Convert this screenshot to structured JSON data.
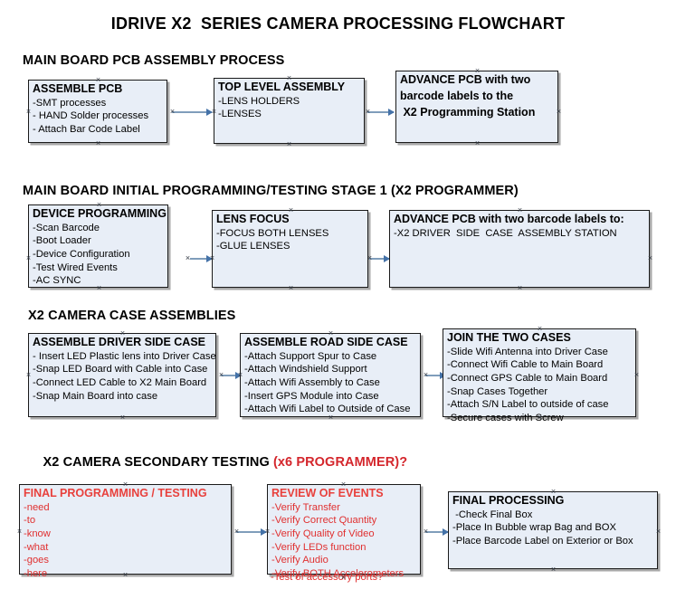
{
  "document": {
    "title": "IDRIVE X2  SERIES CAMERA PROCESSING FLOWCHART"
  },
  "theme": {
    "node_fill": "#e8eef7",
    "node_border": "#1a1a1a",
    "node_shadow": "#a9a9a9",
    "connector": "#7f9dbb",
    "arrowhead": "#4472a8",
    "accent_red": "#d4262c",
    "text": "#000000"
  },
  "sections": [
    {
      "id": "main-board-pcb-assembly",
      "heading": "MAIN BOARD PCB ASSEMBLY PROCESS",
      "heading_accent": "",
      "nodes": [
        {
          "id": "assemble-pcb",
          "title": "ASSEMBLE PCB",
          "lines": [
            "-SMT processes",
            "- HAND Solder processes",
            "- Attach Bar Code Label"
          ]
        },
        {
          "id": "top-level-assembly",
          "title": "TOP LEVEL ASSEMBLY",
          "lines": [
            "-LENS HOLDERS",
            "-LENSES"
          ]
        },
        {
          "id": "advance-pcb-to-programming-station",
          "title": "ADVANCE PCB with two",
          "title_lines": [
            "ADVANCE PCB with two",
            "barcode labels to the",
            " X2 Programming Station"
          ],
          "lines": []
        }
      ]
    },
    {
      "id": "main-board-initial-programming",
      "heading": "MAIN BOARD INITIAL PROGRAMMING/TESTING STAGE 1 (X2 PROGRAMMER)",
      "heading_accent": "",
      "nodes": [
        {
          "id": "device-programming",
          "title": "DEVICE PROGRAMMING",
          "lines": [
            "-Scan Barcode",
            "-Boot Loader",
            "-Device Configuration",
            "-Test Wired Events",
            "-AC SYNC"
          ]
        },
        {
          "id": "lens-focus",
          "title": "LENS FOCUS",
          "lines": [
            "-FOCUS BOTH LENSES",
            "-GLUE LENSES"
          ]
        },
        {
          "id": "advance-pcb-to-driver-side-case",
          "title": "ADVANCE PCB with two barcode labels to:",
          "lines": [
            "-X2 DRIVER  SIDE  CASE  ASSEMBLY STATION"
          ]
        }
      ]
    },
    {
      "id": "x2-camera-case-assemblies",
      "heading": "X2 CAMERA CASE ASSEMBLIES",
      "heading_accent": "",
      "nodes": [
        {
          "id": "assemble-driver-side-case",
          "title": "ASSEMBLE DRIVER SIDE CASE",
          "lines": [
            "- Insert LED Plastic lens into Driver Case",
            "-Snap LED Board with Cable into Case",
            "-Connect LED Cable to X2 Main Board",
            "-Snap Main Board into case"
          ]
        },
        {
          "id": "assemble-road-side-case",
          "title": "ASSEMBLE ROAD SIDE CASE",
          "lines": [
            "-Attach Support Spur to Case",
            "-Attach Windshield Support",
            "-Attach Wifi Assembly to Case",
            "-Insert GPS Module into Case",
            "-Attach Wifi Label to Outside of Case"
          ]
        },
        {
          "id": "join-the-two-cases",
          "title": "JOIN THE TWO CASES",
          "lines": [
            "-Slide Wifi Antenna into Driver Case",
            "-Connect Wifi Cable to Main Board",
            "-Connect GPS Cable to Main Board",
            "-Snap Cases Together",
            "-Attach S/N Label to outside of case",
            "-Secure cases with Screw"
          ]
        }
      ]
    },
    {
      "id": "x2-camera-secondary-testing",
      "heading": "X2 CAMERA SECONDARY TESTING ",
      "heading_accent": "(x6 PROGRAMMER)?",
      "nodes": [
        {
          "id": "final-programming-testing",
          "title": "FINAL PROGRAMMING / TESTING",
          "lines": [
            "-need",
            "-to",
            "-know",
            "-what",
            "-goes",
            "-here"
          ]
        },
        {
          "id": "review-of-events",
          "title": "REVIEW OF EVENTS",
          "lines": [
            "-Verify Transfer",
            "-Verify Correct Quantity",
            "-Verify Quality of Video",
            "-Verify LEDs function",
            "-Verify Audio",
            "-Verify BOTH Accelerometers"
          ],
          "overflow_line": "-Test of accessory ports?"
        },
        {
          "id": "final-processing",
          "title": "FINAL PROCESSING",
          "lines": [
            " -Check Final Box",
            "-Place In Bubble wrap Bag and BOX",
            "-Place Barcode Label on Exterior or Box"
          ]
        }
      ]
    }
  ]
}
